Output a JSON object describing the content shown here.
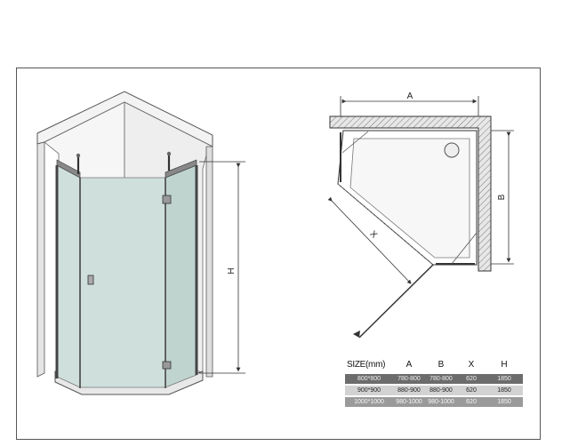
{
  "diagram": {
    "dimension_labels": {
      "height": "H",
      "width_a": "A",
      "depth_b": "B",
      "diagonal_x": "X"
    }
  },
  "size_table": {
    "headers": [
      "SIZE(mm)",
      "A",
      "B",
      "X",
      "H"
    ],
    "rows": [
      {
        "size": "800*800",
        "a": "780-800",
        "b": "780-800",
        "x": "620",
        "h": "1850"
      },
      {
        "size": "900*900",
        "a": "880-900",
        "b": "880-900",
        "x": "620",
        "h": "1850"
      },
      {
        "size": "1000*1000",
        "a": "980-1000",
        "b": "980-1000",
        "x": "620",
        "h": "1850"
      }
    ]
  },
  "colors": {
    "glass": "#cfe0dc",
    "glass_dark": "#b8cfca",
    "frame": "#555555",
    "wall_hatch": "#8a8a8a",
    "row_dark": "#6c6c6c",
    "row_light": "#d2d2d2"
  }
}
